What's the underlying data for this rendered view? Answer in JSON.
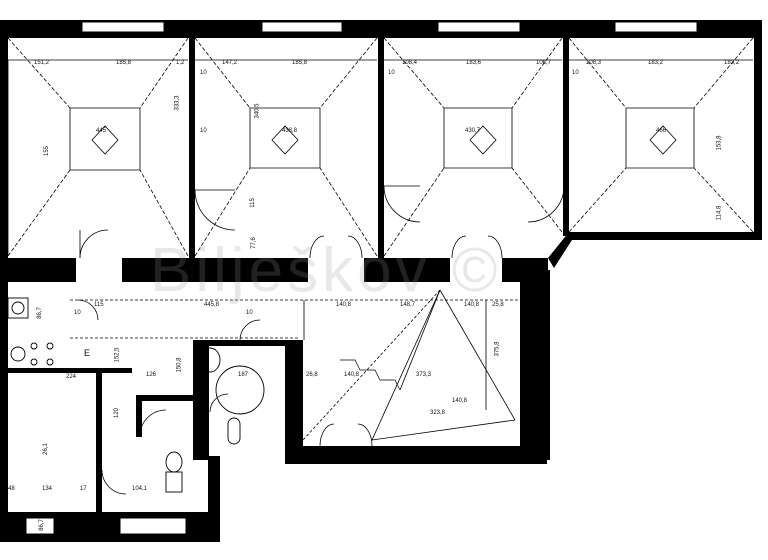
{
  "watermark": "Bilješkov ©",
  "marks": {
    "e_label": "E"
  },
  "room_dims": {
    "r1": [
      "151,2",
      "185,8",
      "1,2",
      "155",
      "445",
      "333,3"
    ],
    "r2": [
      "147,2",
      "185,8",
      "10",
      "10",
      "438,8",
      "115",
      "77,6",
      "340,5"
    ],
    "r3": [
      "108,4",
      "183,6",
      "106,7",
      "10",
      "430,7"
    ],
    "r4": [
      "108,3",
      "183,2",
      "183,2",
      "10",
      "466",
      "153,8",
      "114,8"
    ]
  },
  "hall_dims": [
    "115",
    "10",
    "445,8",
    "10",
    "140,8",
    "140,8",
    "148,7",
    "25,8",
    "140,8"
  ],
  "lower_dims": [
    "86,7",
    "224",
    "152,5",
    "120",
    "126",
    "150,8",
    "187",
    "26,8",
    "140,8",
    "373,3",
    "323,8",
    "375,8"
  ],
  "bottom_dims": [
    "48",
    "134",
    "17",
    "104,1",
    "26,1",
    "86,7"
  ]
}
